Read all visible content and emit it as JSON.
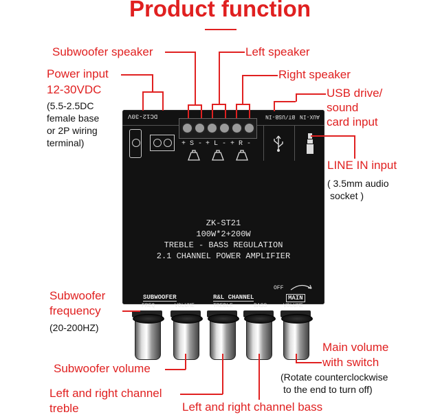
{
  "title": "Product function",
  "labels": {
    "subwoofer_speaker": "Subwoofer speaker",
    "left_speaker": "Left speaker",
    "right_speaker": "Right speaker",
    "power_input_1": "Power input",
    "power_input_2": "12-30VDC",
    "power_note": [
      "(5.5-2.5DC",
      "female base",
      "or 2P wiring",
      "terminal)"
    ],
    "usb_1": "USB drive/",
    "usb_2": "sound",
    "usb_3": "card input",
    "line_in": "LINE IN input",
    "line_in_note": [
      "( 3.5mm audio",
      "socket )"
    ],
    "sub_freq_1": "Subwoofer",
    "sub_freq_2": "frequency",
    "sub_freq_note": "(20-200HZ)",
    "sub_volume": "Subwoofer volume",
    "lr_treble_1": "Left and right channel",
    "lr_treble_2": "treble",
    "lr_bass": "Left and right channel bass",
    "main_vol_1": "Main volume",
    "main_vol_2": "with switch",
    "main_vol_note": [
      "(Rotate counterclockwise",
      "to the end to turn off)"
    ]
  },
  "board": {
    "model": "ZK-ST21",
    "power": "100W*2+200W",
    "line1": "TREBLE - BASS REGULATION",
    "line2": "2.1 CHANNEL POWER AMPLIFIER",
    "dc": "DC12-30V",
    "bt_usb": "BT/USB-IN",
    "aux": "AUX-IN",
    "term_s": "+ S -",
    "term_l": "+ L -",
    "term_r": "+ R -",
    "sub_header": "SUBWOOFER",
    "rl_header": "R&L CHANNEL",
    "main_header": "MAIN",
    "freq": "FREQ",
    "volume": "VOLUME",
    "treble": "TREBLE",
    "bass": "BASS",
    "main_volume": "VOLUME",
    "off": "OFF"
  }
}
